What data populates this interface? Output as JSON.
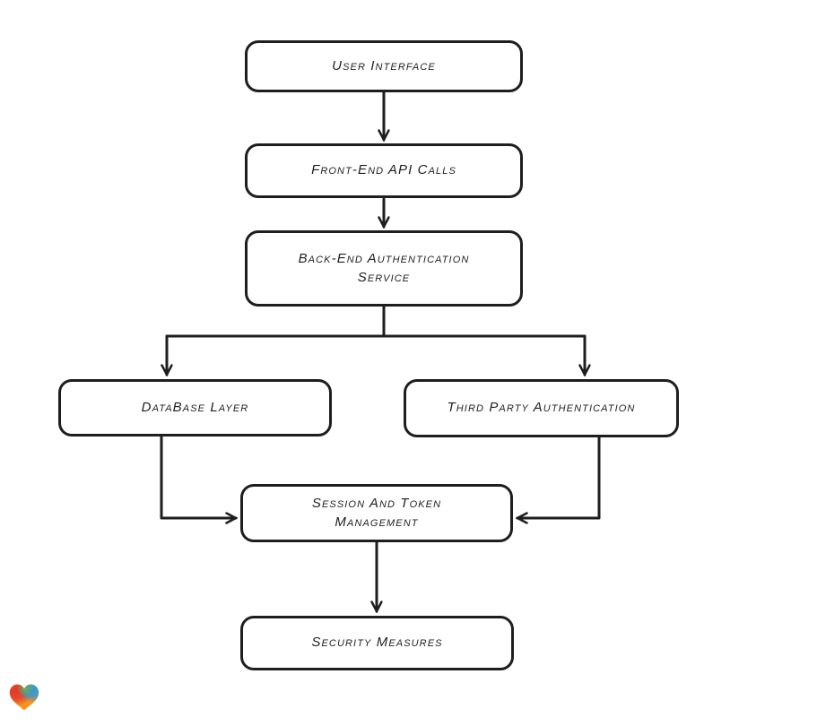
{
  "style": {
    "background": "#ffffff",
    "stroke": "#1e1e1e",
    "node_fill": "#ffffff",
    "text_color": "#1f1f1f"
  },
  "diagram": {
    "type": "flowchart",
    "direction": "top-down"
  },
  "nodes": {
    "user_interface": {
      "lines": [
        "User Interface"
      ]
    },
    "frontend_api_calls": {
      "lines": [
        "Front-End API Calls"
      ]
    },
    "backend_auth_service": {
      "lines": [
        "Back-End Authentication",
        "Service"
      ]
    },
    "database_layer": {
      "lines": [
        "DataBase Layer"
      ]
    },
    "third_party_authentication": {
      "lines": [
        "Third Party Authentication"
      ]
    },
    "session_token_management": {
      "lines": [
        "Session And Token",
        "Management"
      ]
    },
    "security_measures": {
      "lines": [
        "Security Measures"
      ]
    }
  },
  "edges": [
    {
      "from": "User Interface",
      "to": "Front-End API Calls"
    },
    {
      "from": "Front-End API Calls",
      "to": "Back-End Authentication Service"
    },
    {
      "from": "Back-End Authentication Service",
      "to": "DataBase Layer"
    },
    {
      "from": "Back-End Authentication Service",
      "to": "Third Party Authentication"
    },
    {
      "from": "DataBase Layer",
      "to": "Session And Token Management"
    },
    {
      "from": "Third Party Authentication",
      "to": "Session And Token Management"
    },
    {
      "from": "Session And Token Management",
      "to": "Security Measures"
    }
  ],
  "logo": {
    "icon": "gradient-heart-icon",
    "colors": {
      "red": "#e23a2e",
      "green": "#6fb43f",
      "blue": "#2e9bd6",
      "orange": "#f7941d"
    }
  }
}
